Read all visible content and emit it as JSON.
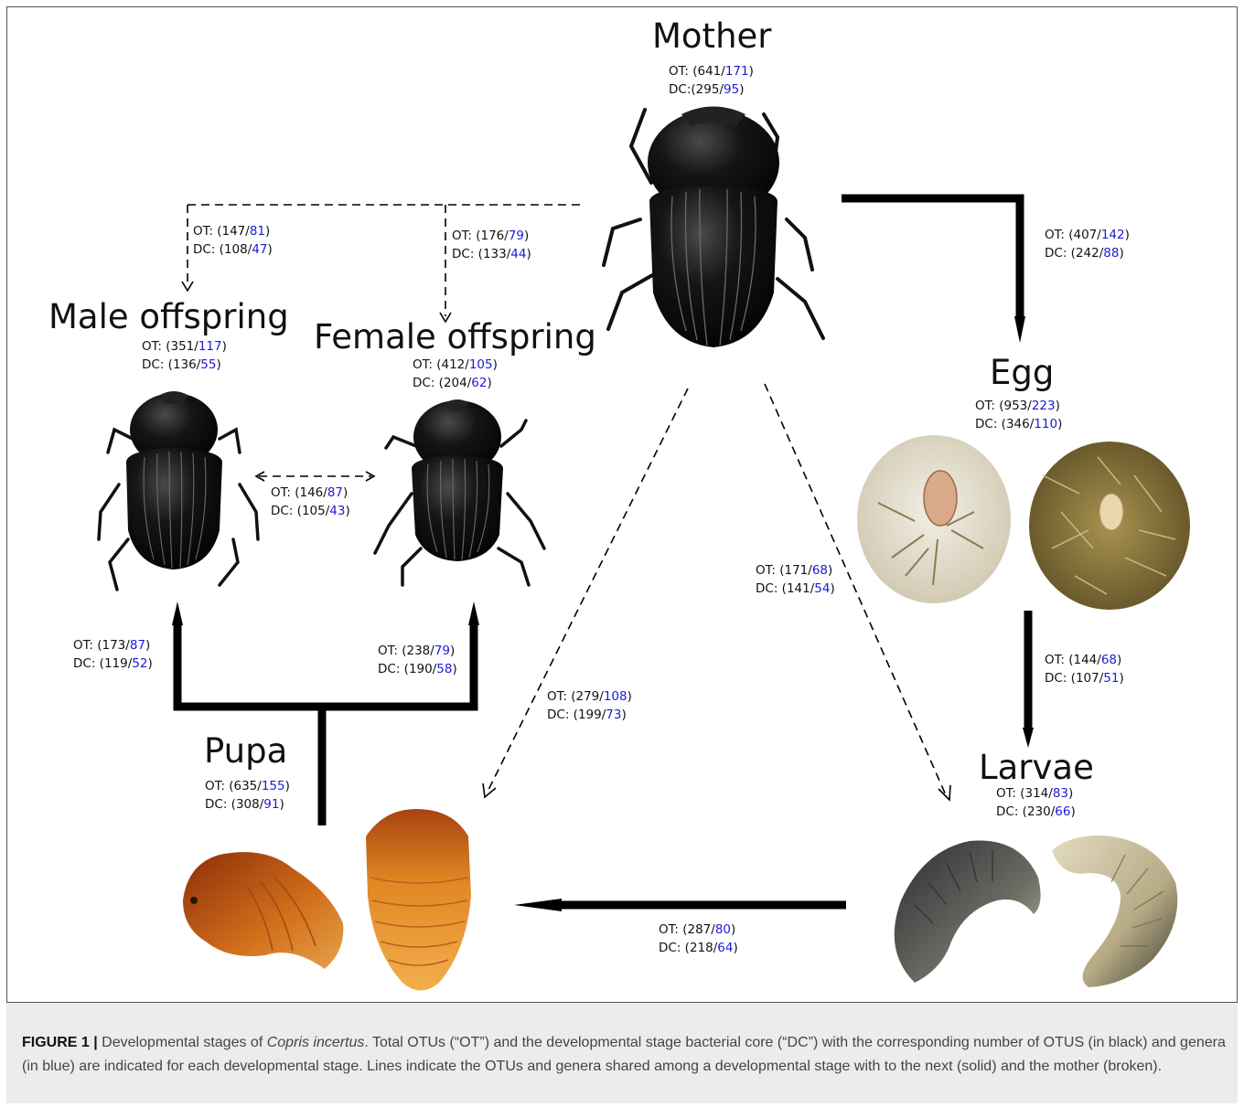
{
  "stages": {
    "mother": {
      "title": "Mother",
      "ot": "641",
      "ot_blue": "171",
      "dc": "295",
      "dc_blue": "95"
    },
    "male": {
      "title": "Male offspring",
      "ot": "351",
      "ot_blue": "117",
      "dc": "136",
      "dc_blue": "55"
    },
    "female": {
      "title": "Female offspring",
      "ot": "412",
      "ot_blue": "105",
      "dc": "204",
      "dc_blue": "62"
    },
    "egg": {
      "title": "Egg",
      "ot": "953",
      "ot_blue": "223",
      "dc": "346",
      "dc_blue": "110"
    },
    "pupa": {
      "title": "Pupa",
      "ot": "635",
      "ot_blue": "155",
      "dc": "308",
      "dc_blue": "91"
    },
    "larvae": {
      "title": "Larvae",
      "ot": "314",
      "ot_blue": "83",
      "dc": "230",
      "dc_blue": "66"
    }
  },
  "links": {
    "mother_male": {
      "ot": "147",
      "ot_blue": "81",
      "dc": "108",
      "dc_blue": "47"
    },
    "mother_female": {
      "ot": "176",
      "ot_blue": "79",
      "dc": "133",
      "dc_blue": "44"
    },
    "mother_egg": {
      "ot": "407",
      "ot_blue": "142",
      "dc": "242",
      "dc_blue": "88"
    },
    "male_female": {
      "ot": "146",
      "ot_blue": "87",
      "dc": "105",
      "dc_blue": "43"
    },
    "pupa_male": {
      "ot": "173",
      "ot_blue": "87",
      "dc": "119",
      "dc_blue": "52"
    },
    "pupa_female": {
      "ot": "238",
      "ot_blue": "79",
      "dc": "190",
      "dc_blue": "58"
    },
    "mother_larvae": {
      "ot": "171",
      "ot_blue": "68",
      "dc": "141",
      "dc_blue": "54"
    },
    "mother_pupa": {
      "ot": "279",
      "ot_blue": "108",
      "dc": "199",
      "dc_blue": "73"
    },
    "egg_larvae": {
      "ot": "144",
      "ot_blue": "68",
      "dc": "107",
      "dc_blue": "51"
    },
    "larvae_pupa": {
      "ot": "287",
      "ot_blue": "80",
      "dc": "218",
      "dc_blue": "64"
    }
  },
  "labels": {
    "ot_prefix": "OT:",
    "dc_prefix": "DC:"
  },
  "caption": {
    "figure_label": "FIGURE 1 |",
    "text_a": " Developmental stages of ",
    "species": "Copris incertus",
    "text_b": ". Total OTUs (“OT”) and the developmental stage bacterial core (“DC”) with the corresponding number of OTUS (in black) and genera (in blue) are indicated for each developmental stage. Lines indicate the OTUs and genera shared among a developmental stage with to the next (solid) and the mother (broken)."
  },
  "colors": {
    "genera_blue": "#1a1adb",
    "line": "#000000",
    "caption_bg": "#ececec"
  }
}
